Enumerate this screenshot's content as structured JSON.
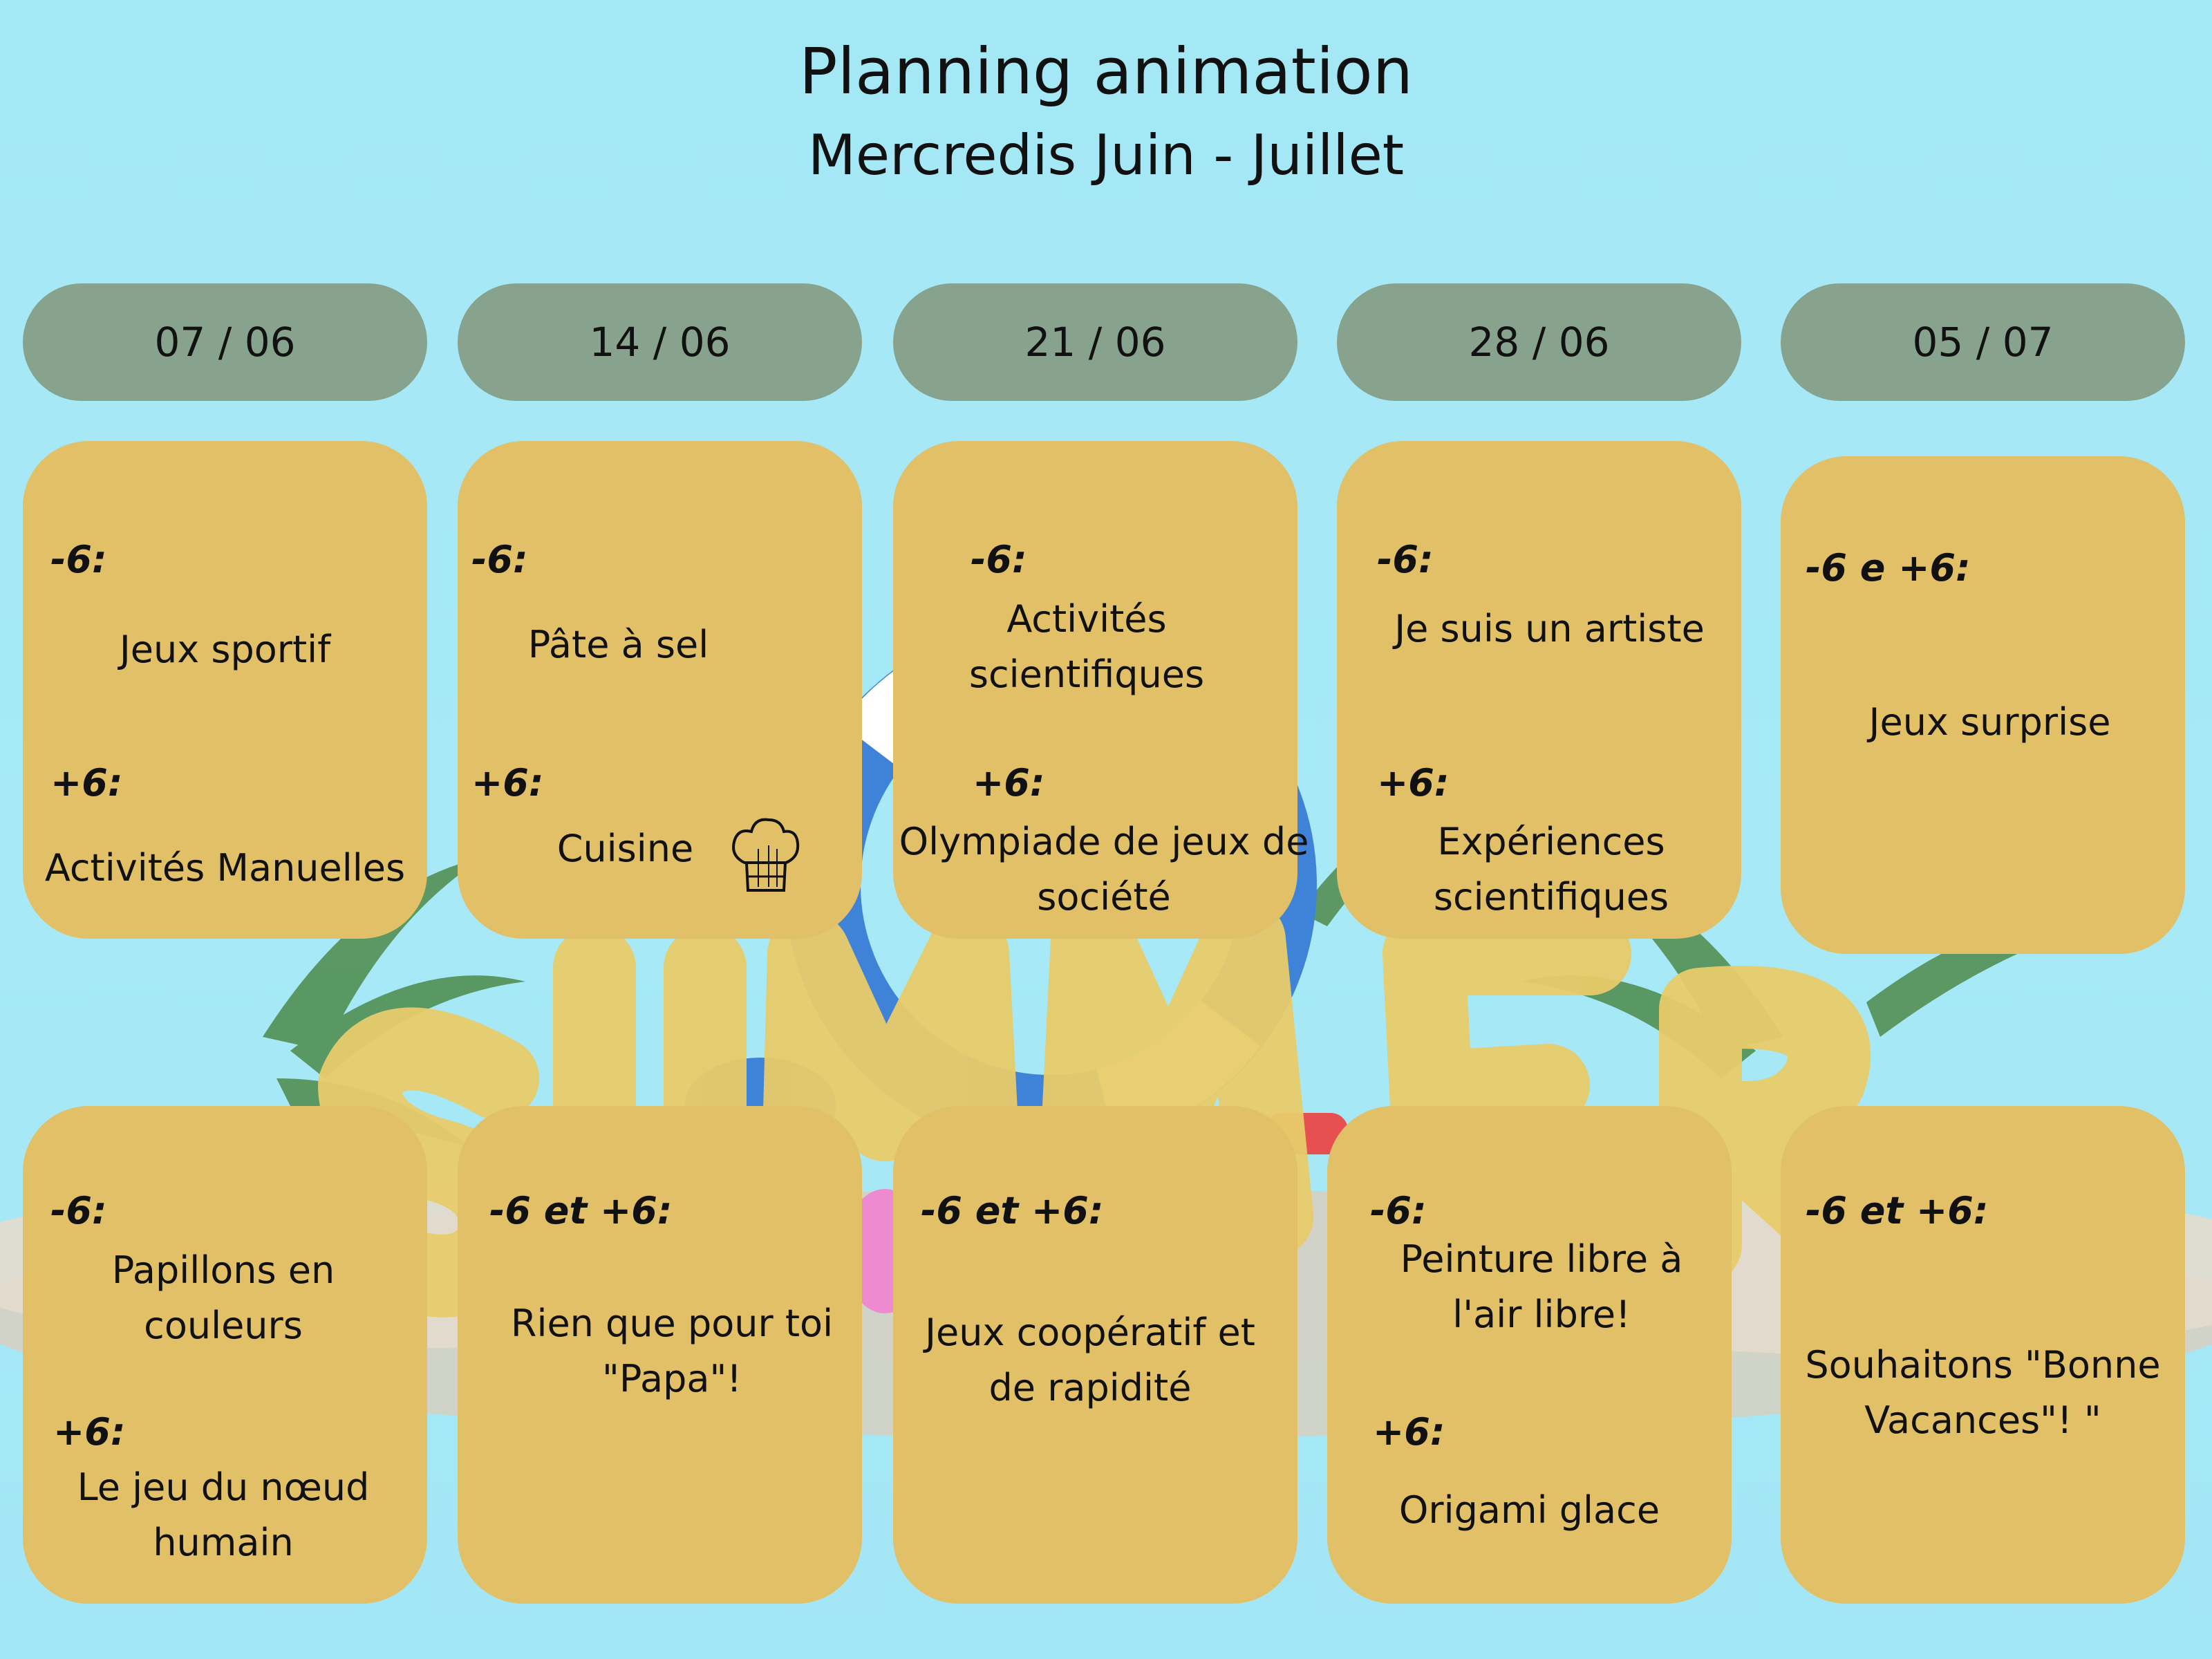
{
  "header": {
    "title": "Planning animation",
    "subtitle": "Mercredis Juin - Juillet"
  },
  "dates": [
    "07 / 06",
    "14 / 06",
    "21 / 06",
    "28 / 06",
    "05 / 07"
  ],
  "background": {
    "word": "SUMMER",
    "palette": {
      "sky": "#a5e8f5",
      "date_pill": "#87a38d",
      "card": "#e2c068",
      "balloon": "#e8cb6a",
      "palm": "#4d8a4a",
      "ring_blue": "#3f83d9",
      "sand": "#d8cfc0"
    }
  },
  "row1": [
    {
      "g1": "-6:",
      "a1": "Jeux  sportif",
      "g2": "+6:",
      "a2": "Activités Manuelles"
    },
    {
      "g1": "-6:",
      "a1": "Pâte à sel",
      "g2": "+6:",
      "a2": "Cuisine",
      "icon": "chef-hat-icon"
    },
    {
      "g1": "-6:",
      "a1": "Activités scientifiques",
      "g2": "+6:",
      "a2": "Olympiade de jeux de société"
    },
    {
      "g1": "-6:",
      "a1": "Je suis un artiste",
      "g2": "+6:",
      "a2": "Expériences scientifiques"
    },
    {
      "g1": "-6 e +6:",
      "a1": "Jeux surprise"
    }
  ],
  "row2": [
    {
      "g1": "-6:",
      "a1": "Papillons en couleurs",
      "g2": "+6:",
      "a2": "Le jeu du nœud humain"
    },
    {
      "g1": "-6 et +6:",
      "a1": "Rien que pour toi \"Papa\"!"
    },
    {
      "g1": "-6 et +6:",
      "a1": "Jeux coopératif et de rapidité"
    },
    {
      "g1": "-6:",
      "a1": "Peinture libre à l'air libre!",
      "g2": "+6:",
      "a2": "Origami glace"
    },
    {
      "g1": "-6 et +6:",
      "a1": "Souhaitons \"Bonne Vacances\"! \""
    }
  ]
}
